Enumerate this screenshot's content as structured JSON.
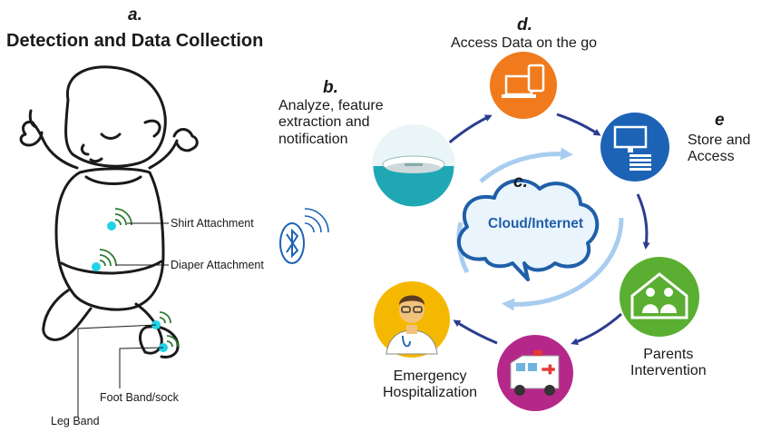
{
  "panel_a": {
    "letter": "a.",
    "title": "Detection and Data Collection",
    "sensors": {
      "shirt": "Shirt Attachment",
      "diaper": "Diaper Attachment",
      "foot": "Foot Band/sock",
      "leg": "Leg Band"
    },
    "sensor_dot_color": "#22d3e6",
    "signal_color": "#2e7d32"
  },
  "panel_b": {
    "letter": "b.",
    "label_lines": [
      "Analyze, feature",
      "extraction and",
      "notification"
    ]
  },
  "panel_c": {
    "letter": "c.",
    "label": "Cloud/Internet"
  },
  "panel_d": {
    "letter": "d.",
    "label": "Access Data on the go"
  },
  "panel_e": {
    "letter": "e",
    "label_lines": [
      "Store and",
      "Access"
    ]
  },
  "parents": {
    "label_lines": [
      "Parents",
      "Intervention"
    ]
  },
  "emergency": {
    "label_lines": [
      "Emergency",
      "Hospitalization"
    ]
  },
  "icons": {
    "device": "wearable-hub-icon",
    "access": "laptop-phone-icon",
    "store": "server-icon",
    "parents": "family-home-icon",
    "ambulance": "ambulance-icon",
    "doctor": "doctor-icon",
    "bluetooth": "bluetooth-icon"
  },
  "colors": {
    "teal": "#1fa8b4",
    "orange": "#f07a1c",
    "blue": "#1c63b5",
    "green": "#5aae32",
    "magenta": "#b5288a",
    "yellow": "#f5b800",
    "arrow": "#2b3d8f",
    "inner_ring": "#a9cdf0"
  }
}
